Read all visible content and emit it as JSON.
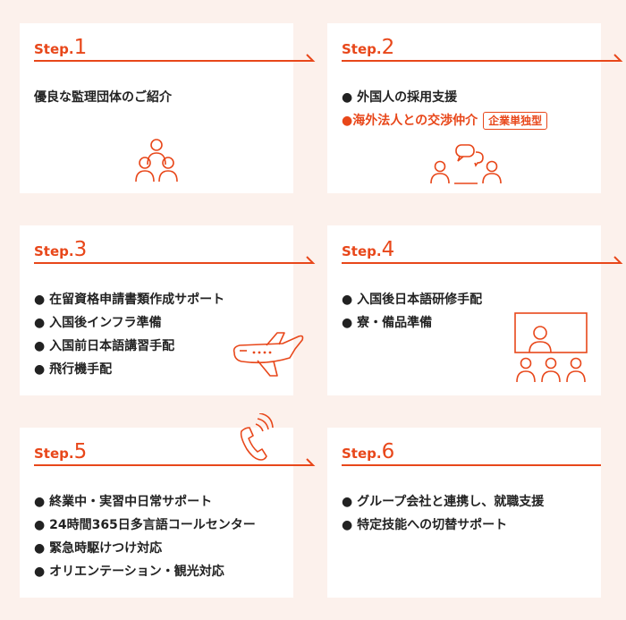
{
  "accent_color": "#e8471a",
  "background_color": "#fcf1ec",
  "step_word": "Step.",
  "steps": [
    {
      "number": "1",
      "items": [
        "優良な監理団体のご紹介"
      ],
      "icon": "people-group-icon"
    },
    {
      "number": "2",
      "items": [
        "● 外国人の採用支援",
        "●海外法人との交渉仲介"
      ],
      "badge": "企業単独型",
      "icon": "negotiation-icon"
    },
    {
      "number": "3",
      "items": [
        "● 在留資格申請書類作成サポート",
        "● 入国後インフラ準備",
        "● 入国前日本語講習手配",
        "● 飛行機手配"
      ],
      "icon": "airplane-icon"
    },
    {
      "number": "4",
      "items": [
        "● 入国後日本語研修手配",
        "● 寮・備品準備"
      ],
      "icon": "classroom-icon"
    },
    {
      "number": "5",
      "items": [
        "● 終業中・実習中日常サポート",
        "● 24時間365日多言語コールセンター",
        "● 緊急時駆けつけ対応",
        "● オリエンテーション・観光対応"
      ],
      "icon": "phone-icon"
    },
    {
      "number": "6",
      "items": [
        "● グループ会社と連携し、就職支援",
        "● 特定技能への切替サポート"
      ],
      "icon": null
    }
  ]
}
